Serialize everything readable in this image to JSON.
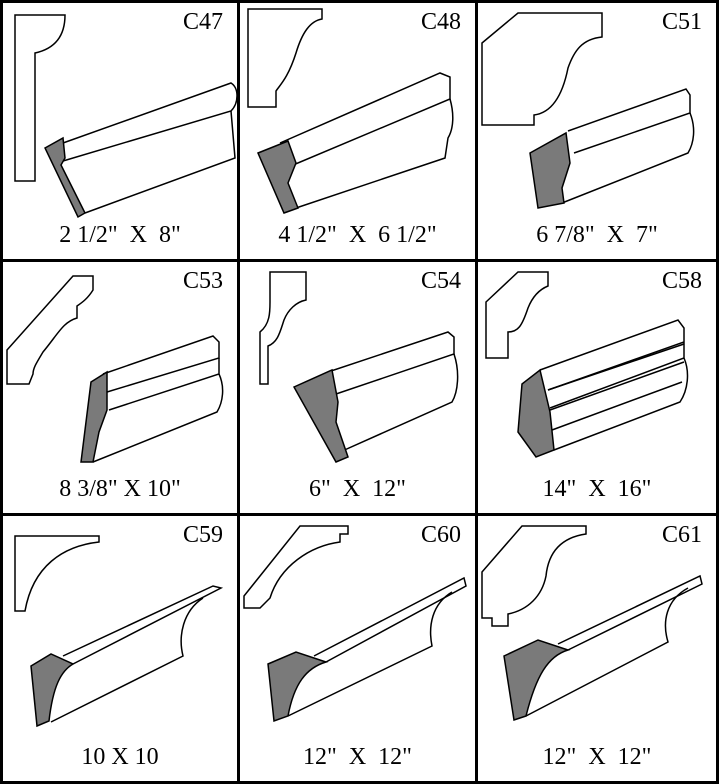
{
  "products": [
    {
      "code": "C47",
      "size": "2 1/2\"  X  8\""
    },
    {
      "code": "C48",
      "size": "4 1/2\"  X  6 1/2\""
    },
    {
      "code": "C51",
      "size": "6 7/8\"  X  7\""
    },
    {
      "code": "C53",
      "size": "8 3/8\" X 10\""
    },
    {
      "code": "C54",
      "size": "6\"  X  12\""
    },
    {
      "code": "C58",
      "size": "14\"  X  16\""
    },
    {
      "code": "C59",
      "size": "10 X 10"
    },
    {
      "code": "C60",
      "size": "12\"  X  12\""
    },
    {
      "code": "C61",
      "size": "12\"  X  12\""
    }
  ]
}
